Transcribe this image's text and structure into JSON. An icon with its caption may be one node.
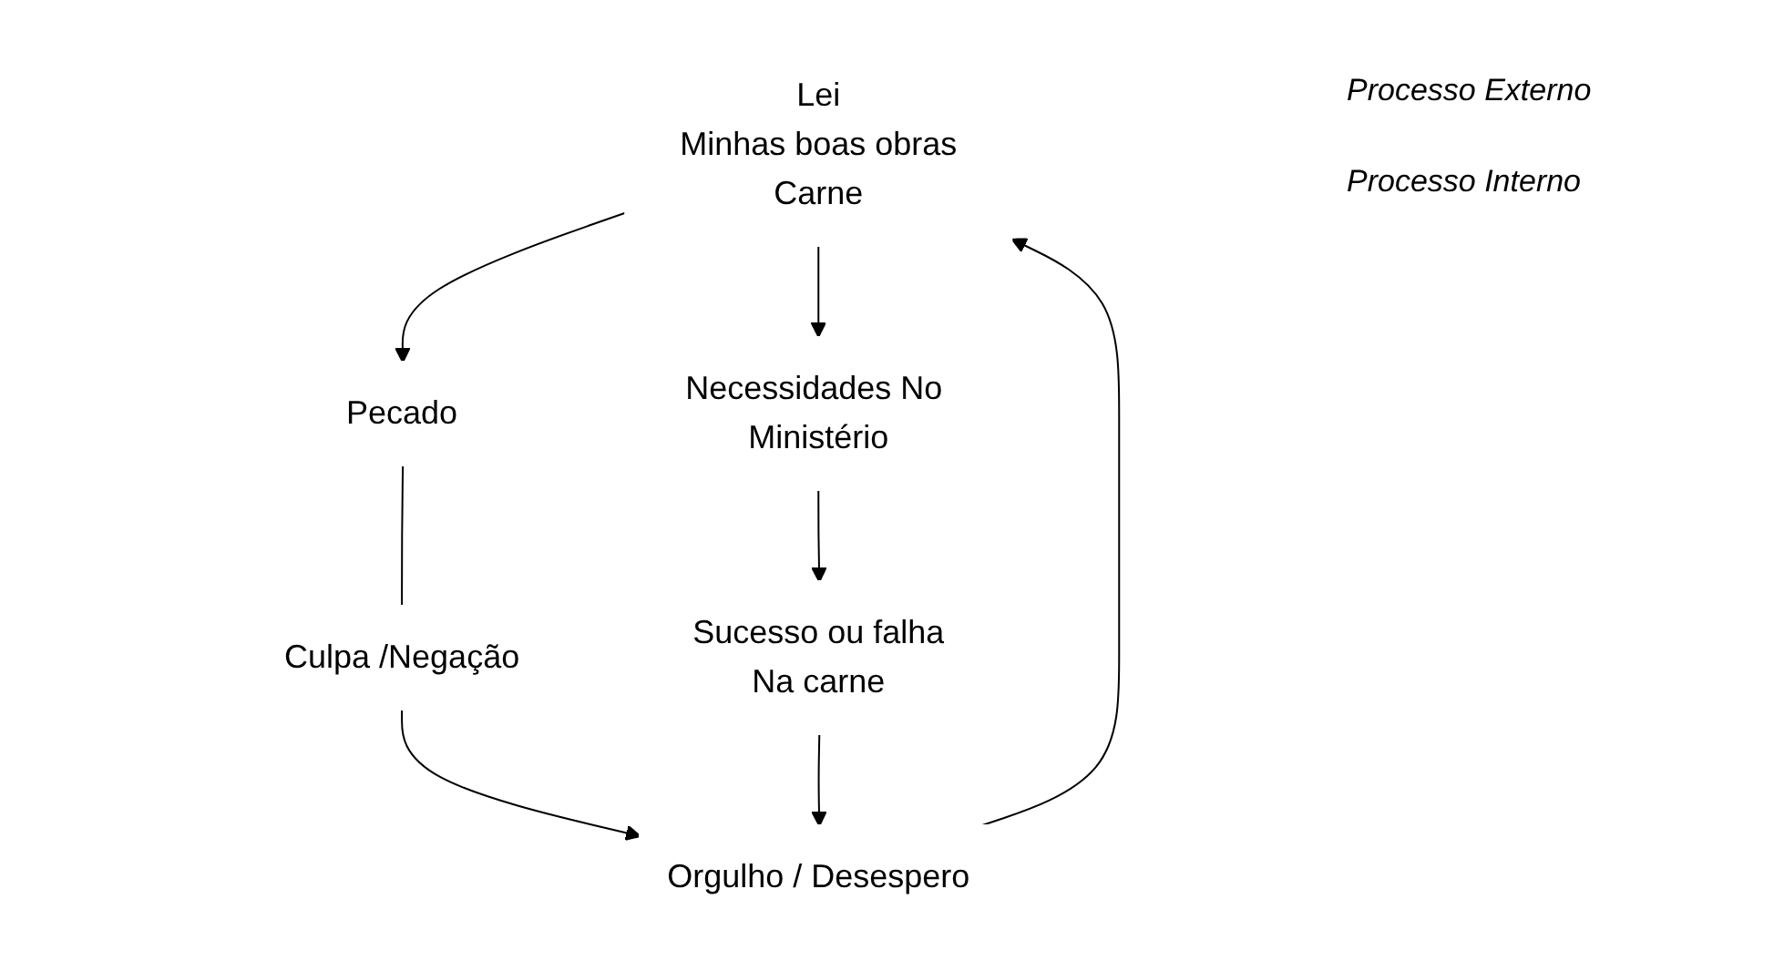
{
  "diagram": {
    "nodes": [
      {
        "text": [
          "Lei",
          "Minhas boas obras",
          "Carne"
        ]
      },
      {
        "text": [
          "Pecado"
        ]
      },
      {
        "text": [
          "Necessidades No Ministério"
        ]
      },
      {
        "text": [
          "Sucesso ou falha",
          "Na carne"
        ]
      },
      {
        "text": [
          "Culpa /Negação"
        ]
      },
      {
        "text": [
          "Orgulho / Desespero"
        ]
      }
    ],
    "edges": [
      {
        "from": 0,
        "to": 1,
        "arrow": "to"
      },
      {
        "from": 0,
        "to": 2,
        "arrow": "to"
      },
      {
        "from": 2,
        "to": 3,
        "arrow": "to"
      },
      {
        "from": 1,
        "to": 4,
        "arrow": "none"
      },
      {
        "from": 4,
        "to": 5,
        "arrow": "to"
      },
      {
        "from": 3,
        "to": 5,
        "arrow": "to"
      },
      {
        "from": 5,
        "to": 0,
        "arrow": "to"
      }
    ],
    "labels": [
      "Processo Externo",
      "Processo Interno"
    ]
  }
}
